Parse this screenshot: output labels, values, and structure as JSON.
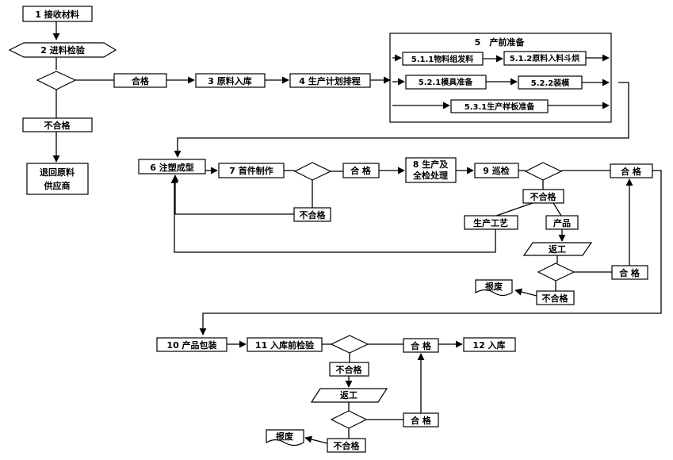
{
  "nodes": {
    "n1": "1 接收材料",
    "n2": "2 进料检验",
    "pass1": "合格",
    "n3": "3 原料入库",
    "n4": "4 生产计划排程",
    "n5": "5　产前准备",
    "n511": "5.1.1物料组发料",
    "n512": "5.1.2原料入料斗烘",
    "n521": "5.2.1模具准备",
    "n522": "5.2.2装模",
    "n531": "5.3.1生产样板准备",
    "fail1": "不合格",
    "return_supplier_1": "退回原料",
    "return_supplier_2": "供应商",
    "n6": "6 注塑成型",
    "n7": "7 首件制作",
    "pass2": "合 格",
    "fail2": "不合格",
    "n8_1": "8 生产及",
    "n8_2": "全检处理",
    "n9": "9 巡检",
    "pass3": "合 格",
    "fail3": "不合格",
    "process": "生产工艺",
    "product": "产品",
    "rework1": "返工",
    "pass4": "合 格",
    "fail4": "不合格",
    "scrap1": "报废",
    "n10": "10 产品包装",
    "n11": "11 入库前检验",
    "pass5": "合 格",
    "n12": "12 入库",
    "fail5": "不合格",
    "rework2": "返工",
    "pass6": "合 格",
    "fail6": "不合格",
    "scrap2": "报废"
  }
}
